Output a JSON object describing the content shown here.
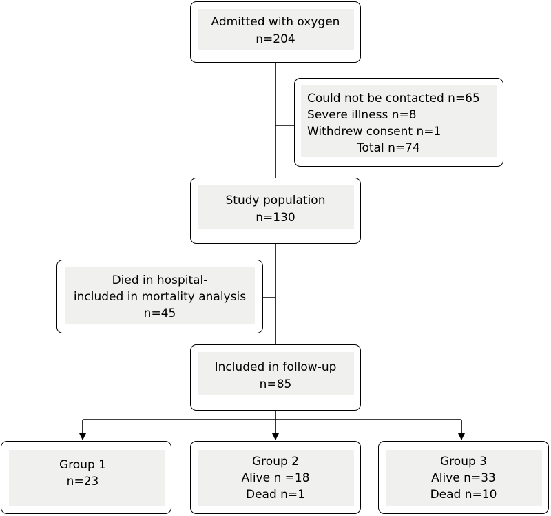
{
  "admitted": {
    "line1": "Admitted with oxygen",
    "line2": "n=204"
  },
  "excluded": {
    "line1": "Could not be contacted n=65",
    "line2": "Severe illness n=8",
    "line3": "Withdrew consent n=1",
    "line4": "Total n=74"
  },
  "study": {
    "line1": "Study population",
    "line2": "n=130"
  },
  "died": {
    "line1": "Died in hospital-",
    "line2": "included in mortality analysis",
    "line3": "n=45"
  },
  "followup": {
    "line1": "Included in follow-up",
    "line2": "n=85"
  },
  "group1": {
    "line1": "Group 1",
    "line2": "n=23"
  },
  "group2": {
    "line1": "Group 2",
    "line2": "Alive n =18",
    "line3": "Dead n=1"
  },
  "group3": {
    "line1": "Group 3",
    "line2": "Alive n=33",
    "line3": "Dead n=10"
  }
}
